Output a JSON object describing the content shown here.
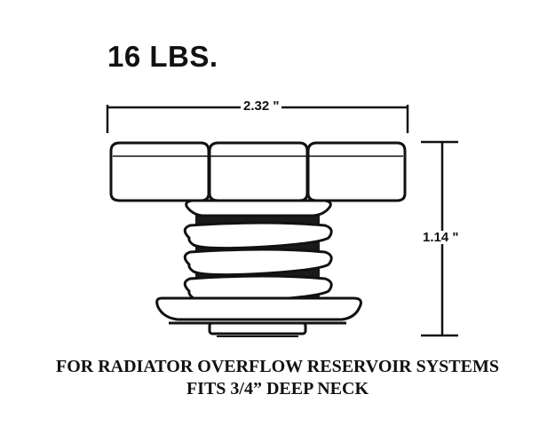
{
  "title": "16 LBS.",
  "dimensions": {
    "width_label": "2.32 \"",
    "height_label": "1.14 \""
  },
  "captions": {
    "line1": "FOR RADIATOR OVERFLOW RESERVOIR SYSTEMS",
    "line2": "FITS 3/4” DEEP NECK"
  }
}
